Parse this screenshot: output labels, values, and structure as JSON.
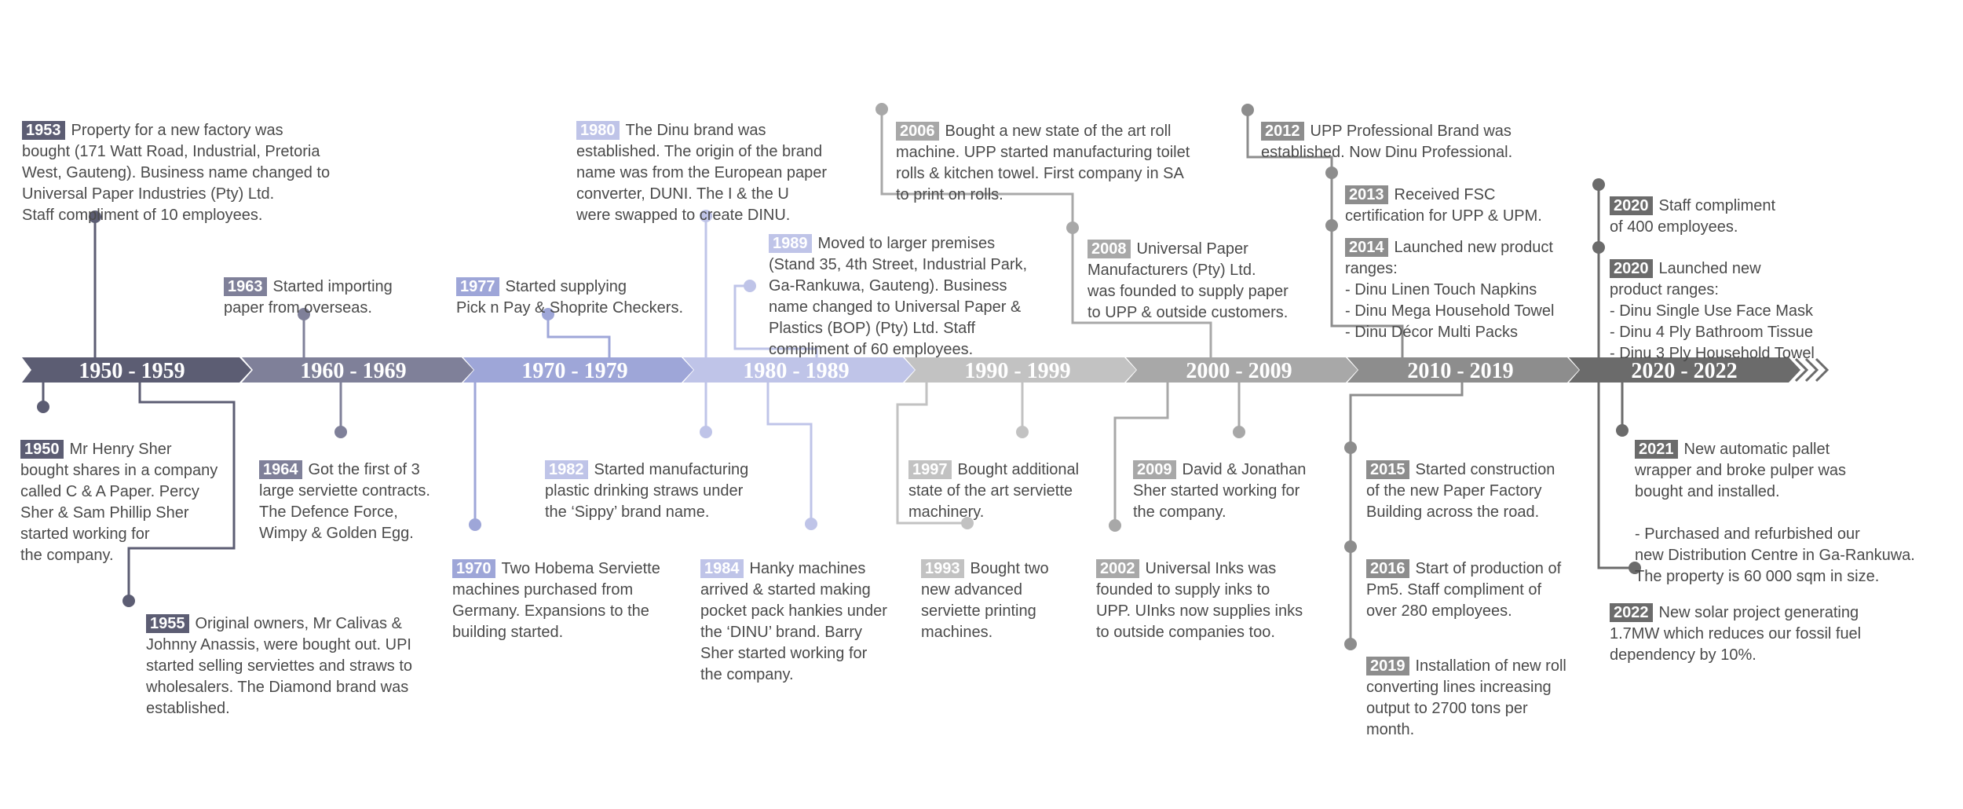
{
  "colors": {
    "p1950": "#5c5d73",
    "p1960": "#7f8099",
    "p1970": "#9ea6d8",
    "p1980": "#bfc4e8",
    "p1990": "#c2c2c2",
    "p2000": "#a8a8a8",
    "p2010": "#8d8d8d",
    "p2020": "#6b6b6b",
    "text": "#4a4a4a"
  },
  "periods": [
    {
      "label": "1950 - 1959",
      "color": "#5c5d73"
    },
    {
      "label": "1960 - 1969",
      "color": "#7f8099"
    },
    {
      "label": "1970 - 1979",
      "color": "#9ea6d8"
    },
    {
      "label": "1980 - 1989",
      "color": "#bfc4e8"
    },
    {
      "label": "1990 - 1999",
      "color": "#c2c2c2"
    },
    {
      "label": "2000 - 2009",
      "color": "#a8a8a8"
    },
    {
      "label": "2010 - 2019",
      "color": "#8d8d8d"
    },
    {
      "label": "2020 - 2022",
      "color": "#6b6b6b"
    }
  ],
  "events": [
    {
      "id": "e1953",
      "year": "1953",
      "color": "#5c5d73",
      "text": "Property for a new factory was\nbought (171 Watt Road, Industrial, Pretoria\nWest, Gauteng). Business name changed to\nUniversal Paper Industries (Pty) Ltd.\nStaff compliment of 10 employees."
    },
    {
      "id": "e1950",
      "year": "1950",
      "color": "#5c5d73",
      "text": "Mr Henry Sher\nbought shares in a company\ncalled C & A Paper. Percy\nSher & Sam Phillip Sher\nstarted working for\nthe company."
    },
    {
      "id": "e1955",
      "year": "1955",
      "color": "#5c5d73",
      "text": "Original owners, Mr Calivas &\nJohnny Anassis, were bought out. UPI\nstarted selling serviettes and straws to\nwholesalers. The Diamond brand was\nestablished."
    },
    {
      "id": "e1963",
      "year": "1963",
      "color": "#7f8099",
      "text": "Started importing\npaper from overseas."
    },
    {
      "id": "e1964",
      "year": "1964",
      "color": "#7f8099",
      "text": "Got the first of 3\nlarge serviette contracts.\nThe Defence Force,\nWimpy & Golden Egg."
    },
    {
      "id": "e1977",
      "year": "1977",
      "color": "#9ea6d8",
      "text": "Started supplying\nPick n Pay & Shoprite Checkers."
    },
    {
      "id": "e1970",
      "year": "1970",
      "color": "#9ea6d8",
      "text": "Two Hobema Serviette\nmachines purchased from\nGermany. Expansions to the\nbuilding started."
    },
    {
      "id": "e1980",
      "year": "1980",
      "color": "#bfc4e8",
      "text": "The Dinu brand was\nestablished. The origin of the brand\nname was from the European paper\nconverter, DUNI. The I & the U\nwere swapped to create DINU."
    },
    {
      "id": "e1989",
      "year": "1989",
      "color": "#bfc4e8",
      "text": "Moved to larger premises\n(Stand 35, 4th Street, Industrial Park,\nGa-Rankuwa, Gauteng). Business\nname changed to Universal Paper &\nPlastics (BOP) (Pty) Ltd. Staff\ncompliment of 60 employees."
    },
    {
      "id": "e1982",
      "year": "1982",
      "color": "#bfc4e8",
      "text": "Started manufacturing\nplastic drinking straws under\nthe ‘Sippy’ brand name."
    },
    {
      "id": "e1984",
      "year": "1984",
      "color": "#bfc4e8",
      "text": "Hanky machines\narrived & started making\npocket pack hankies under\nthe ‘DINU’ brand. Barry\nSher started working for\nthe company."
    },
    {
      "id": "e2006",
      "year": "2006",
      "color": "#a8a8a8",
      "text": "Bought a new state of the art roll\nmachine. UPP started manufacturing toilet\nrolls & kitchen towel. First company in SA\nto print on rolls."
    },
    {
      "id": "e2008",
      "year": "2008",
      "color": "#a8a8a8",
      "text": "Universal Paper\nManufacturers (Pty) Ltd.\nwas founded to supply paper\nto UPP & outside customers."
    },
    {
      "id": "e1997",
      "year": "1997",
      "color": "#c2c2c2",
      "text": "Bought additional\nstate of the art serviette\nmachinery."
    },
    {
      "id": "e1993",
      "year": "1993",
      "color": "#c2c2c2",
      "text": "Bought two\nnew advanced\nserviette printing\nmachines."
    },
    {
      "id": "e2009",
      "year": "2009",
      "color": "#a8a8a8",
      "text": "David & Jonathan\nSher started working for\nthe company."
    },
    {
      "id": "e2002",
      "year": "2002",
      "color": "#a8a8a8",
      "text": "Universal Inks was\nfounded to supply inks to\nUPP. UInks now supplies inks\nto outside companies too."
    },
    {
      "id": "e2012",
      "year": "2012",
      "color": "#8d8d8d",
      "text": "UPP Professional Brand was\nestablished. Now Dinu Professional."
    },
    {
      "id": "e2013",
      "year": "2013",
      "color": "#8d8d8d",
      "text": "Received FSC\ncertification for UPP & UPM."
    },
    {
      "id": "e2014",
      "year": "2014",
      "color": "#8d8d8d",
      "text": "Launched new product\nranges:\n- Dinu Linen Touch Napkins\n- Dinu Mega Household Towel\n- Dinu Décor Multi Packs"
    },
    {
      "id": "e2015",
      "year": "2015",
      "color": "#8d8d8d",
      "text": "Started construction\nof the new Paper Factory\nBuilding across the road."
    },
    {
      "id": "e2016",
      "year": "2016",
      "color": "#8d8d8d",
      "text": "Start of production of\nPm5. Staff compliment of\nover 280 employees."
    },
    {
      "id": "e2019",
      "year": "2019",
      "color": "#8d8d8d",
      "text": "Installation of new roll\nconverting lines increasing\noutput to 2700 tons per\nmonth."
    },
    {
      "id": "e2020a",
      "year": "2020",
      "color": "#6b6b6b",
      "text": "Staff compliment\nof 400 employees."
    },
    {
      "id": "e2020b",
      "year": "2020",
      "color": "#6b6b6b",
      "text": "Launched new\nproduct ranges:\n - Dinu Single Use Face Mask\n - Dinu 4 Ply Bathroom Tissue\n - Dinu 3 Ply Household Towel"
    },
    {
      "id": "e2021",
      "year": "2021",
      "color": "#6b6b6b",
      "text": "New automatic pallet\nwrapper and broke pulper was\nbought and installed.\n\n- Purchased and refurbished our\nnew Distribution Centre in Ga-Rankuwa.\nThe property is 60 000 sqm in size."
    },
    {
      "id": "e2022",
      "year": "2022",
      "color": "#6b6b6b",
      "text": "New solar project generating\n1.7MW which reduces our fossil fuel\ndependency by 10%."
    }
  ]
}
